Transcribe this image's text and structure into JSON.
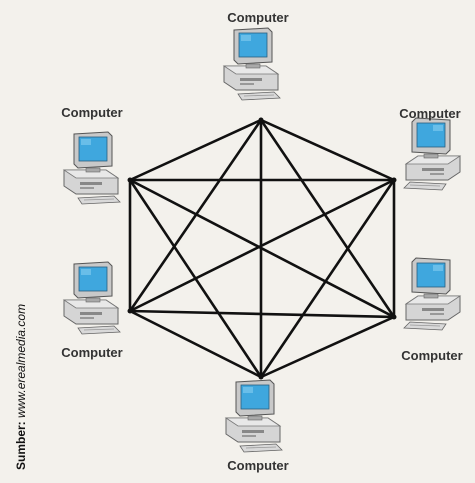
{
  "diagram": {
    "type": "mesh-topology",
    "nodes": [
      {
        "id": "n1",
        "label": "Computer",
        "icon": "desktop-computer-icon"
      },
      {
        "id": "n2",
        "label": "Computer",
        "icon": "desktop-computer-icon"
      },
      {
        "id": "n3",
        "label": "Computer",
        "icon": "desktop-computer-icon"
      },
      {
        "id": "n4",
        "label": "Computer",
        "icon": "desktop-computer-icon"
      },
      {
        "id": "n5",
        "label": "Computer",
        "icon": "desktop-computer-icon"
      },
      {
        "id": "n6",
        "label": "Computer",
        "icon": "desktop-computer-icon"
      }
    ],
    "edges": [
      [
        "n1",
        "n2"
      ],
      [
        "n1",
        "n3"
      ],
      [
        "n1",
        "n4"
      ],
      [
        "n1",
        "n5"
      ],
      [
        "n1",
        "n6"
      ],
      [
        "n2",
        "n3"
      ],
      [
        "n2",
        "n4"
      ],
      [
        "n2",
        "n5"
      ],
      [
        "n2",
        "n6"
      ],
      [
        "n3",
        "n4"
      ],
      [
        "n3",
        "n5"
      ],
      [
        "n3",
        "n6"
      ],
      [
        "n4",
        "n5"
      ],
      [
        "n4",
        "n6"
      ],
      [
        "n5",
        "n6"
      ]
    ],
    "colors": {
      "background": "#f3f1ec",
      "edge": "#111111",
      "screen": "#3fa7de",
      "case": "#d5d5d5"
    }
  },
  "source": {
    "label": "Sumber:",
    "value": "www.erealmedia.com"
  }
}
